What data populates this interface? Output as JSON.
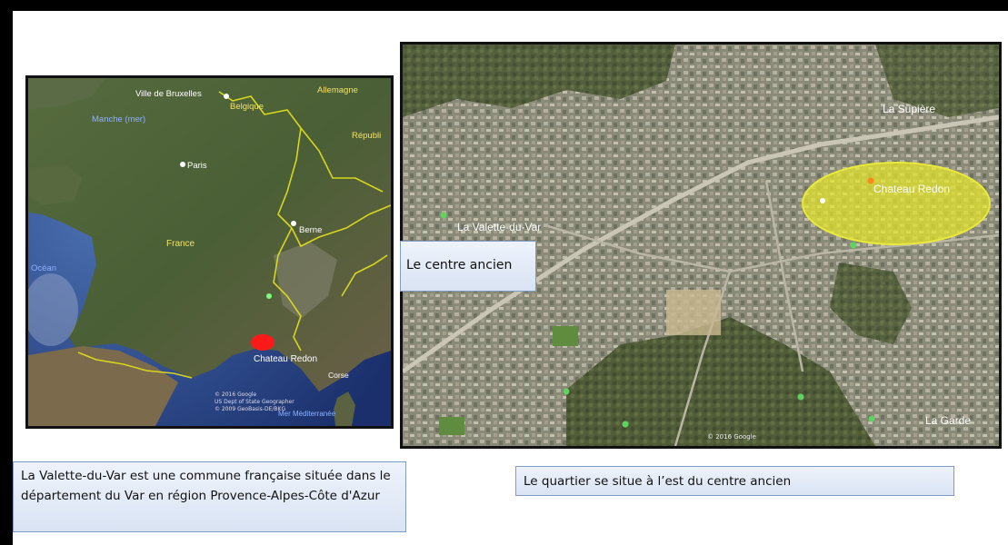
{
  "left_map": {
    "labels": {
      "brussels": "Ville de Bruxelles",
      "belgium": "Belgique",
      "germany": "Allemagne",
      "republic": "Républi",
      "channel": "Manche (mer)",
      "paris": "Paris",
      "france": "France",
      "berne": "Berne",
      "atlantic": "Océan",
      "chateau": "Chateau Redon",
      "corse": "Corse",
      "mediterranean": "Mer Méditerranée"
    },
    "attribution": [
      "© 2016 Google",
      "US Dept of State Geographer",
      "© 2009 GeoBasis-DE/BKG"
    ]
  },
  "right_map": {
    "labels": {
      "la_supiere": "La Supière",
      "chateau": "Chateau Redon",
      "la_valette": "La Valette-du-Var",
      "la_garde": "La Garde"
    },
    "attribution": "© 2016 Google"
  },
  "captions": {
    "commune": "La Valette-du-Var est une commune française située dans le département du Var en région Provence-Alpes-Côte d'Azur",
    "centre": "Le centre ancien",
    "quartier": "Le quartier se situe à l’est du centre ancien"
  },
  "colors": {
    "highlight": "#e4e62a",
    "marker": "#ff1a1a",
    "border": "#d8d61e"
  }
}
